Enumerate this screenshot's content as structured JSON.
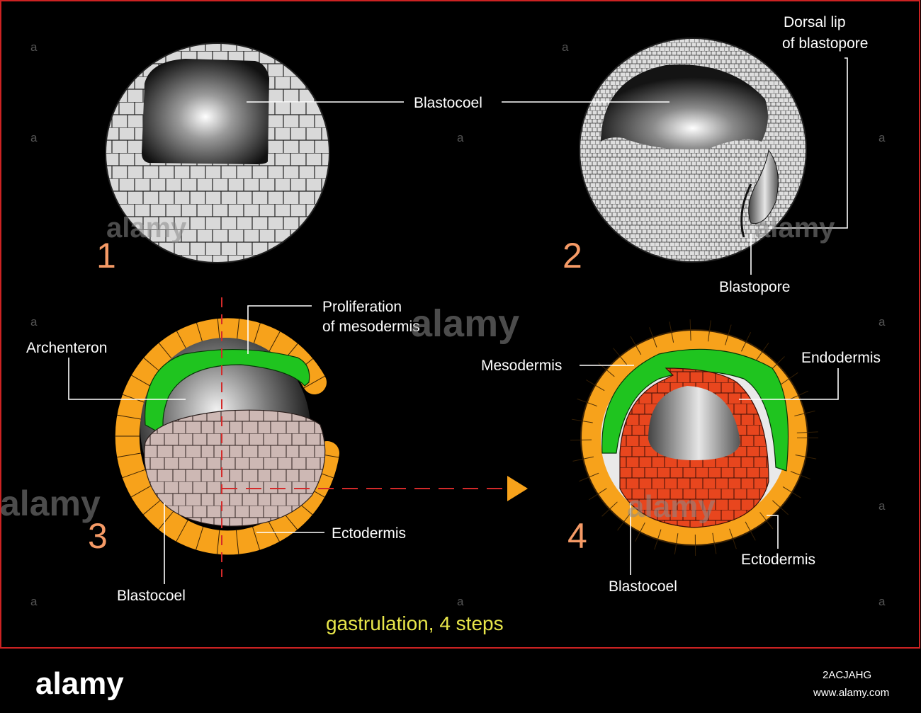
{
  "colors": {
    "background": "#000000",
    "frame": "#cc2222",
    "ectoderm": "#f7a21b",
    "mesoderm": "#1fc41f",
    "endoderm": "#e8461e",
    "yolk": "#cdb8b4",
    "cells": "#d9d9d9",
    "step_number": "#f59a66",
    "caption": "#e8e64a",
    "axis_dash": "#d42a2a"
  },
  "steps": [
    "1",
    "2",
    "3",
    "4"
  ],
  "labels": {
    "blastocoel_1": "Blastocoel",
    "dorsal_lip_line1": "Dorsal lip",
    "dorsal_lip_line2": "of blastopore",
    "blastopore": "Blastopore",
    "proliferation_line1": "Proliferation",
    "proliferation_line2": "of mesodermis",
    "archenteron": "Archenteron",
    "ectodermis_3": "Ectodermis",
    "blastocoel_3": "Blastocoel",
    "mesodermis": "Mesodermis",
    "endodermis": "Endodermis",
    "ectodermis_4": "Ectodermis",
    "blastocoel_4": "Blastocoel"
  },
  "caption": "gastrulation, 4 steps",
  "watermark": {
    "brand": "alamy",
    "image_id": "2ACJAHG",
    "url": "www.alamy.com",
    "mark": "a"
  }
}
